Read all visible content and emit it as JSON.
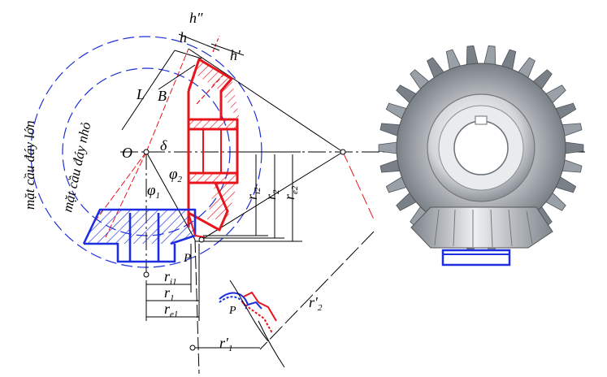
{
  "labels": {
    "large_sphere": "mặt cầu đáy lớn",
    "small_sphere": "mặt cầu đáy nhỏ",
    "apex": "O",
    "cone_length": "L",
    "face_width": "B",
    "h": "h",
    "h_double_prime": "h″",
    "h_prime": "h′",
    "delta": "δ",
    "phi2": "φ",
    "phi2_sub": "2",
    "phi1": "φ",
    "phi1_sub": "1",
    "pitch_point": "P",
    "pitch_point_detail": "P",
    "r_i2": "r",
    "r_i2_sub": "i2",
    "r_2": "r",
    "r_2_sub": "2",
    "r_e2": "r",
    "r_e2_sub": "e2",
    "r_i1": "r",
    "r_i1_sub": "i1",
    "r_1": "r",
    "r_1_sub": "1",
    "r_e1": "r",
    "r_e1_sub": "e1",
    "r1_prime": "r′",
    "r1_prime_sub": "1",
    "r2_prime": "r′",
    "r2_prime_sub": "2"
  },
  "colors": {
    "gear2": "#e8141c",
    "gear1": "#1c2ee0",
    "dash_blue": "#1e2fd8",
    "line": "#000000",
    "metal_dark": "#5a5f66",
    "metal_light": "#e6e8ea"
  }
}
